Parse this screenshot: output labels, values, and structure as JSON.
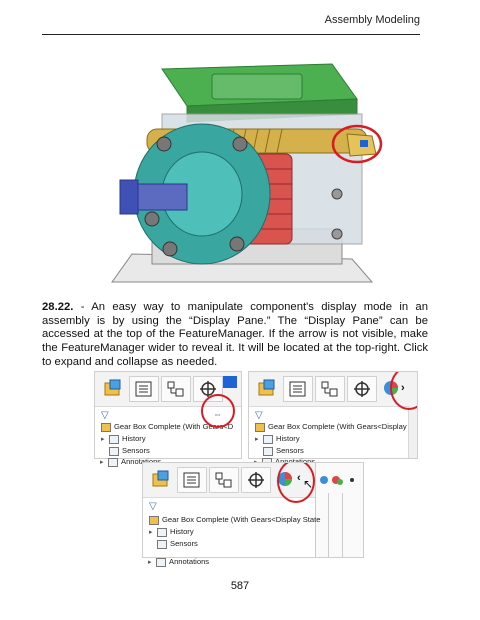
{
  "header": {
    "title": "Assembly Modeling"
  },
  "paragraph": {
    "number": "28.22.",
    "text": " - An easy way to manipulate component's display mode in an assembly is by using the “Display Pane.” The “Display Pane” can be accessed at the top of the FeatureManager. If the arrow is not visible, make the FeatureManager wider to reveal it. It will be located at the top-right. Click to expand and collapse as needed."
  },
  "feature_tree": {
    "root": "Gear Box Complete  (With Gears<Display State",
    "root_truncated": "Gear Box Complete  (With Gears<D",
    "items": [
      "History",
      "Sensors",
      "Annotations"
    ]
  },
  "colors": {
    "highlight_circle": "#d81c24",
    "gear_green": "#4caf50",
    "gear_teal": "#3aa6a0",
    "gear_red": "#d9534f",
    "gear_gold": "#d4b14a"
  },
  "icons": [
    "assembly-icon",
    "property-manager-icon",
    "configuration-manager-icon",
    "dimxpert-icon",
    "display-manager-icon",
    "expand-arrow-icon",
    "resize-cursor-icon",
    "pointer-icon",
    "filter-icon"
  ],
  "page_number": "587"
}
